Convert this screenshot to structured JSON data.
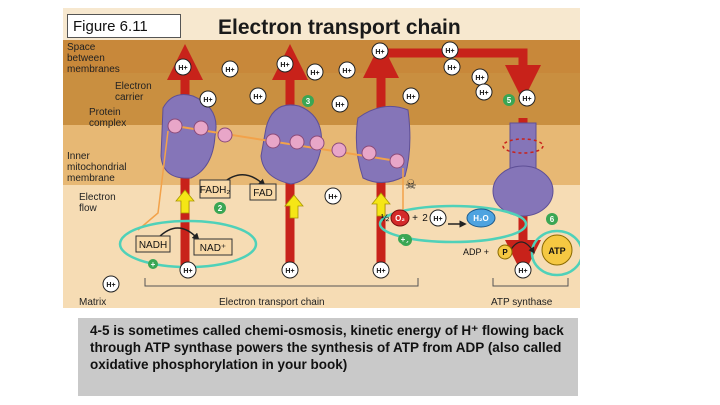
{
  "figure_label": "Figure 6.11",
  "title": "Electron transport chain",
  "labels": {
    "space_between": [
      "Space",
      "between",
      "membranes"
    ],
    "electron_carrier": [
      "Electron",
      "carrier"
    ],
    "protein_complex": [
      "Protein",
      "complex"
    ],
    "inner_membrane": [
      "Inner",
      "mitochondrial",
      "membrane"
    ],
    "electron_flow": [
      "Electron",
      "flow"
    ],
    "matrix": "Matrix",
    "etc_bracket": "Electron transport chain",
    "atp_synthase": "ATP synthase"
  },
  "molecules": {
    "hplus": "H+",
    "fadh2": "FADH₂",
    "fad": "FAD",
    "nadh": "NADH",
    "nadplus": "NAD⁺",
    "o2_frac": "½",
    "o2": "O₂",
    "plus": "+",
    "two": "2",
    "h2o": "H₂O",
    "adp": "ADP +",
    "p": "P",
    "atp": "ATP"
  },
  "steps": [
    "2",
    "3",
    "4",
    "5",
    "6"
  ],
  "colors": {
    "space": "#c8883a",
    "membrane": "#e7b874",
    "matrix": "#f6dcb4",
    "protein": "#8575b8",
    "arrow_red": "#c8221a",
    "arrow_yellow": "#f5e616",
    "highlight": "#4fd1b9",
    "step_badge": "#3aa654",
    "carrier": "#e8a6c8"
  },
  "caption": "4-5 is sometimes called chemi-osmosis, kinetic energy of H⁺ flowing back through ATP synthase powers the synthesis of ATP from ADP (also called oxidative phosphorylation in your book)"
}
